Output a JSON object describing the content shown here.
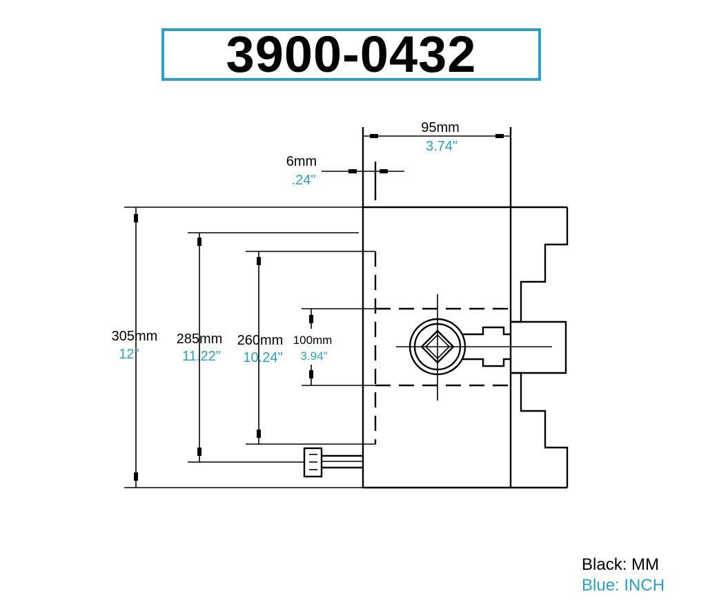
{
  "title": "3900-0432",
  "colors": {
    "metric": "#000000",
    "imperial": "#2a9fbf",
    "frame": "#2a9fbf"
  },
  "dimensions": {
    "width_95": {
      "mm": "95mm",
      "inch": "3.74\""
    },
    "offset_6": {
      "mm": "6mm",
      "inch": ".24\""
    },
    "outer_305": {
      "mm": "305mm",
      "inch": "12\""
    },
    "mid_285": {
      "mm": "285mm",
      "inch": "11.22\""
    },
    "inner_260": {
      "mm": "260mm",
      "inch": "10.24\""
    },
    "bore_100": {
      "mm": "100mm",
      "inch": "3.94\""
    }
  },
  "legend": {
    "mm": "Black: MM",
    "inch": "Blue: INCH"
  }
}
